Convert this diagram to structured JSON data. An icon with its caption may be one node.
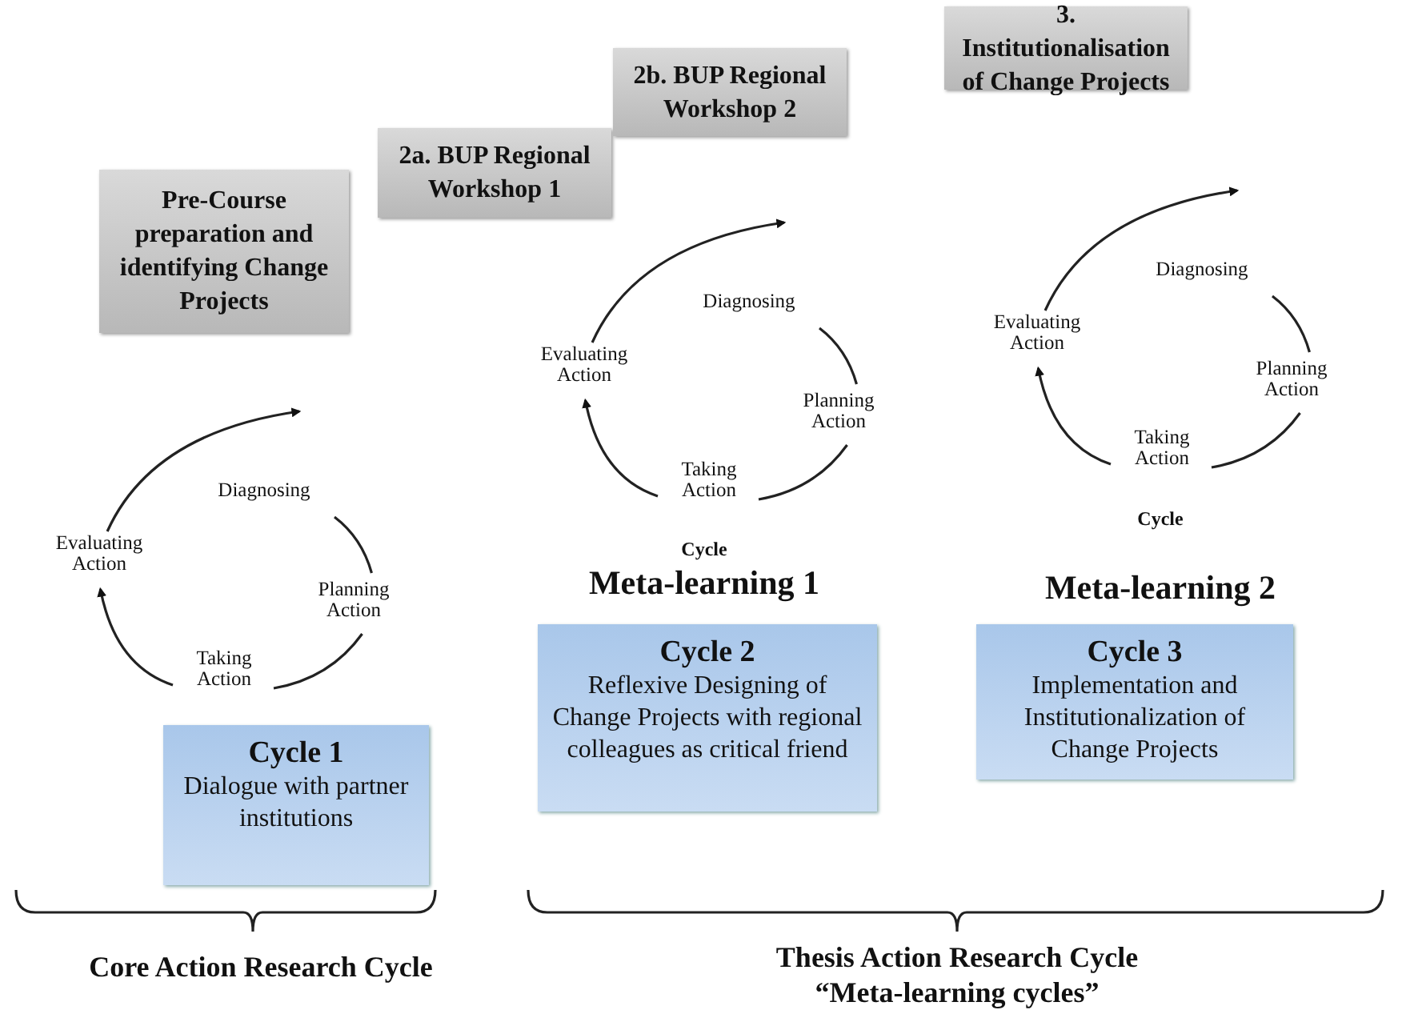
{
  "diagram": {
    "nodes": [
      {
        "text": [
          "Pre-Course preparation and identifying Change Projects"
        ]
      },
      {
        "text": [
          "2a. BUP Regional Workshop 1"
        ]
      },
      {
        "text": [
          "2b. BUP Regional Workshop 2"
        ]
      },
      {
        "text": [
          "3. Institutionalisation of Change Projects"
        ]
      },
      {
        "text": [
          "Diagnosing"
        ]
      },
      {
        "text": [
          "Planning Action"
        ]
      },
      {
        "text": [
          "Taking Action"
        ]
      },
      {
        "text": [
          "Evaluating Action"
        ]
      },
      {
        "text": [
          "Cycle 1",
          "Dialogue with partner institutions"
        ]
      },
      {
        "text": [
          "Diagnosing"
        ]
      },
      {
        "text": [
          "Planning Action"
        ]
      },
      {
        "text": [
          "Taking Action"
        ]
      },
      {
        "text": [
          "Evaluating Action"
        ]
      },
      {
        "text": [
          "Cycle 2",
          "Reflexive Designing of Change Projects with regional colleagues as critical friend"
        ]
      },
      {
        "text": [
          "Diagnosing"
        ]
      },
      {
        "text": [
          "Planning Action"
        ]
      },
      {
        "text": [
          "Taking Action"
        ]
      },
      {
        "text": [
          "Evaluating Action"
        ]
      },
      {
        "text": [
          "Cycle 3",
          "Implementation and Institutionalization of Change Projects"
        ]
      }
    ],
    "edges": [
      {
        "from": 4,
        "to": 5,
        "arrow": "none"
      },
      {
        "from": 5,
        "to": 6,
        "arrow": "none"
      },
      {
        "from": 6,
        "to": 7,
        "arrow": "to"
      },
      {
        "from": 7,
        "to": null,
        "arrow": "to"
      },
      {
        "from": 9,
        "to": 10,
        "arrow": "none"
      },
      {
        "from": 10,
        "to": 11,
        "arrow": "none"
      },
      {
        "from": 11,
        "to": 12,
        "arrow": "to"
      },
      {
        "from": 12,
        "to": null,
        "arrow": "to"
      },
      {
        "from": 14,
        "to": 15,
        "arrow": "none"
      },
      {
        "from": 15,
        "to": 16,
        "arrow": "none"
      },
      {
        "from": 16,
        "to": 17,
        "arrow": "to"
      },
      {
        "from": 17,
        "to": null,
        "arrow": "to"
      }
    ],
    "labels": [
      "Cycle",
      "Meta-learning 1",
      "Cycle",
      "Meta-learning 2",
      "Core Action Research Cycle",
      "Thesis Action Research Cycle",
      "“Meta-learning cycles”"
    ]
  }
}
